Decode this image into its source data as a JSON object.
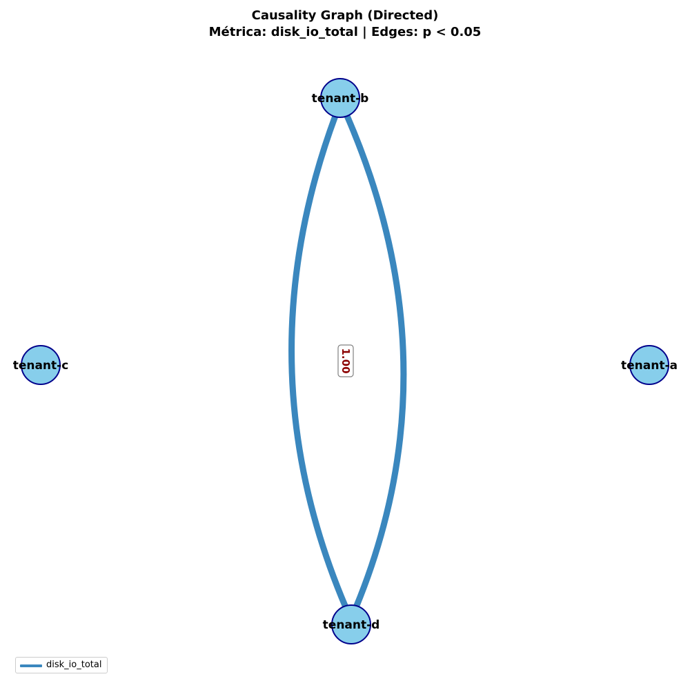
{
  "title": {
    "line1": "Causality Graph (Directed)",
    "line2": "Métrica: disk_io_total | Edges: p < 0.05"
  },
  "colors": {
    "node_fill": "#87ceeb",
    "node_stroke": "#00008b",
    "edge": "#3a87be",
    "edge_label_text": "#8b0000",
    "edge_label_border": "#808080"
  },
  "nodes": [
    {
      "id": "tenant-b",
      "label": "tenant-b"
    },
    {
      "id": "tenant-c",
      "label": "tenant-c"
    },
    {
      "id": "tenant-a",
      "label": "tenant-a"
    },
    {
      "id": "tenant-d",
      "label": "tenant-d"
    }
  ],
  "edges": [
    {
      "source": "tenant-b",
      "target": "tenant-d",
      "metric": "disk_io_total"
    },
    {
      "source": "tenant-d",
      "target": "tenant-b",
      "metric": "disk_io_total"
    }
  ],
  "edge_label": {
    "value": "1.00"
  },
  "legend": {
    "label": "disk_io_total"
  }
}
